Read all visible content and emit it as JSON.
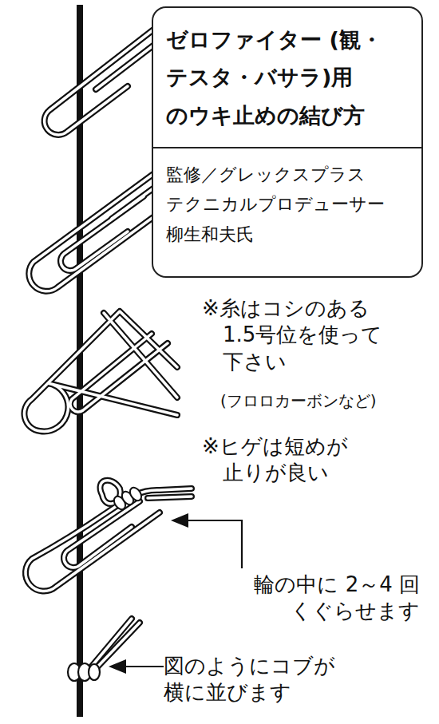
{
  "diagram": {
    "nodes": [
      {
        "text": [
          "ゼロファイター (観・テスタ・バサラ)用 のウキ止めの結び方",
          "監修／グレックスプラス テクニカルプロデューサー 柳生和夫氏"
        ]
      }
    ],
    "labels": [
      "※糸はコシのある 1.5号位を使って 下さい",
      "(フロロカーボンなど)",
      "※ヒゲは短めが 止りが良い",
      "輪の中に 2～4 回 くぐらせます",
      "図のようにコブが 横に並びます"
    ]
  }
}
